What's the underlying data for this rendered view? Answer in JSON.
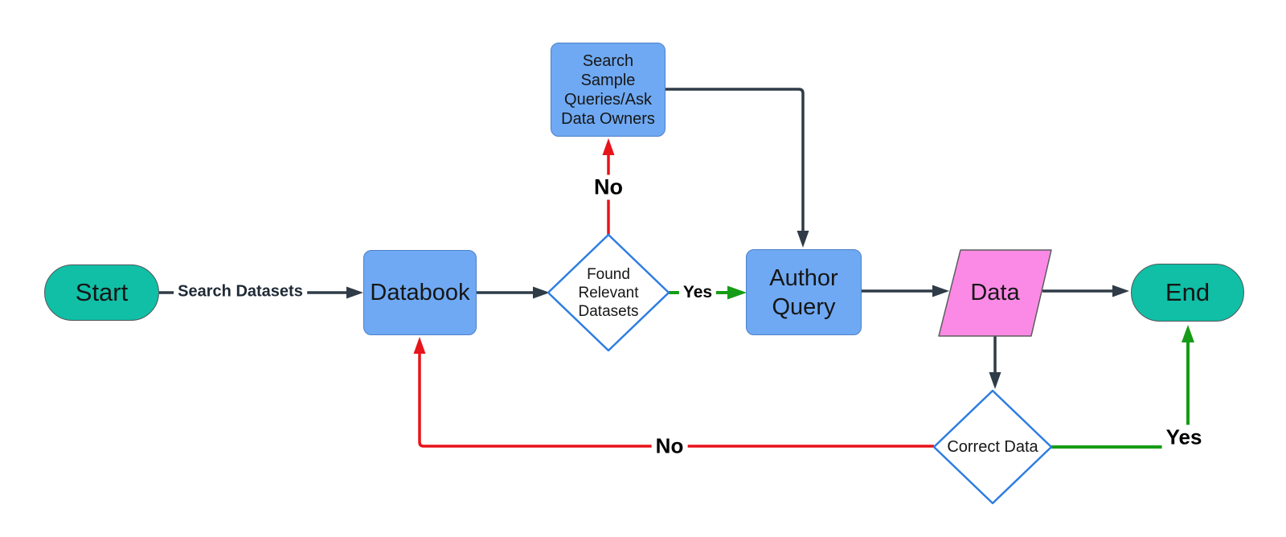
{
  "diagram": {
    "description": "Flowchart: searching datasets in Databook and authoring a query",
    "colors": {
      "background": "#ffffff",
      "terminator_fill": "#10BFA6",
      "process_fill": "#6FA9F3",
      "process_border": "#4c80ca",
      "data_fill": "#FB8AE6",
      "decision_border": "#2E7DE1",
      "decision_fill": "#ffffff",
      "connector_dark": "#2F3B47",
      "connector_red": "#E8131B",
      "connector_green": "#169C16"
    },
    "nodes": {
      "start": {
        "type": "terminator",
        "label": "Start"
      },
      "databook": {
        "type": "process",
        "label": "Databook"
      },
      "search_sample": {
        "type": "process",
        "label": "Search\nSample\nQueries/Ask\nData Owners"
      },
      "found_relevant": {
        "type": "decision",
        "label": "Found\nRelevant\nDatasets"
      },
      "author_query": {
        "type": "process",
        "label": "Author\nQuery"
      },
      "data": {
        "type": "data-parallelogram",
        "label": "Data"
      },
      "correct_data": {
        "type": "decision",
        "label": "Correct Data"
      },
      "end": {
        "type": "terminator",
        "label": "End"
      }
    },
    "edges": {
      "start_to_databook": {
        "from": "start",
        "to": "databook",
        "label": "Search Datasets",
        "color": "dark"
      },
      "databook_to_found": {
        "from": "databook",
        "to": "found_relevant",
        "label": "",
        "color": "dark"
      },
      "found_yes": {
        "from": "found_relevant",
        "to": "author_query",
        "label": "Yes",
        "color": "green"
      },
      "found_no": {
        "from": "found_relevant",
        "to": "search_sample",
        "label": "No",
        "color": "red"
      },
      "search_sample_to_author": {
        "from": "search_sample",
        "to": "author_query",
        "label": "",
        "color": "dark"
      },
      "author_to_data": {
        "from": "author_query",
        "to": "data",
        "label": "",
        "color": "dark"
      },
      "data_to_end": {
        "from": "data",
        "to": "end",
        "label": "",
        "color": "dark"
      },
      "data_to_correct": {
        "from": "data",
        "to": "correct_data",
        "label": "",
        "color": "dark"
      },
      "correct_no": {
        "from": "correct_data",
        "to": "databook",
        "label": "No",
        "color": "red"
      },
      "correct_yes": {
        "from": "correct_data",
        "to": "end",
        "label": "Yes",
        "color": "green"
      }
    }
  }
}
